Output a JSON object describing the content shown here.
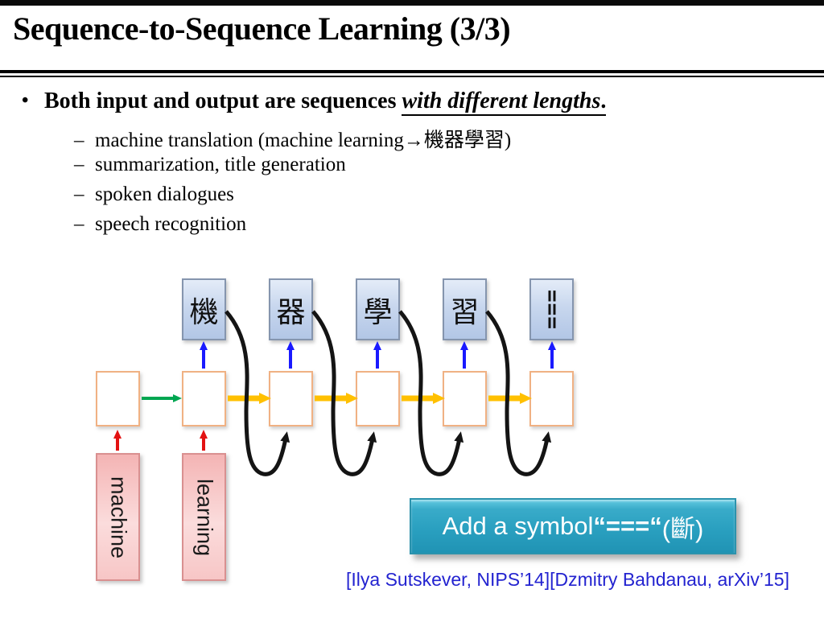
{
  "slide": {
    "title": "Sequence-to-Sequence Learning (3/3)",
    "bullet": {
      "marker": "•",
      "lead": "Both input and output are sequences ",
      "emphasis": "with different lengths",
      "period": ".",
      "sub_marker": "–",
      "sub_items": [
        "machine translation (machine learning→機器學習)",
        "summarization, title generation",
        "spoken dialogues",
        "speech recognition"
      ]
    }
  },
  "diagram": {
    "output_tokens": [
      "機",
      "器",
      "學",
      "習",
      "==="
    ],
    "input_tokens": [
      "machine",
      "learning"
    ],
    "colors": {
      "rnn_cell_box": "#fac48d",
      "output_token_box": "#b2c6e6",
      "input_word_box": "#f5bcbc",
      "hidden_state_arrow": "#ffc000",
      "encoder_to_decoder_arrow": "#00a651",
      "output_arrow": "#1a1aff",
      "input_arrow": "#e31212",
      "feedback_arrow": "#141414"
    }
  },
  "banner": {
    "text_pre": "Add a symbol ",
    "symbol": "“===“",
    "text_post": " (斷)",
    "background": "#2aa0c0"
  },
  "citation": {
    "text": "[Ilya Sutskever, NIPS’14][Dzmitry Bahdanau, arXiv’15]",
    "color": "#2323d0"
  }
}
